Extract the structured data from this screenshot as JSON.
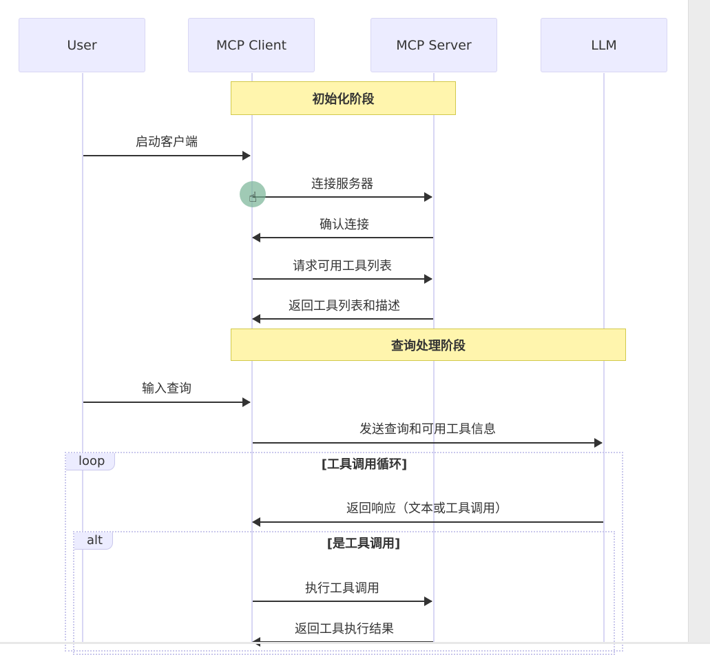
{
  "participants": [
    {
      "label": "User"
    },
    {
      "label": "MCP Client"
    },
    {
      "label": "MCP Server"
    },
    {
      "label": "LLM"
    }
  ],
  "notes": {
    "init_phase": "初始化阶段",
    "query_phase": "查询处理阶段"
  },
  "messages": [
    "启动客户端",
    "连接服务器",
    "确认连接",
    "请求可用工具列表",
    "返回工具列表和描述",
    "输入查询",
    "发送查询和可用工具信息",
    "返回响应（文本或工具调用）",
    "执行工具调用",
    "返回工具执行结果"
  ],
  "frames": {
    "loop": {
      "tag": "loop",
      "condition": "[工具调用循环]"
    },
    "alt": {
      "tag": "alt",
      "condition": "[是工具调用]"
    }
  },
  "colors": {
    "actor_fill": "#ececff",
    "actor_border": "#d8d6f4",
    "note_fill": "#fff5ad",
    "arrow": "#333333"
  }
}
